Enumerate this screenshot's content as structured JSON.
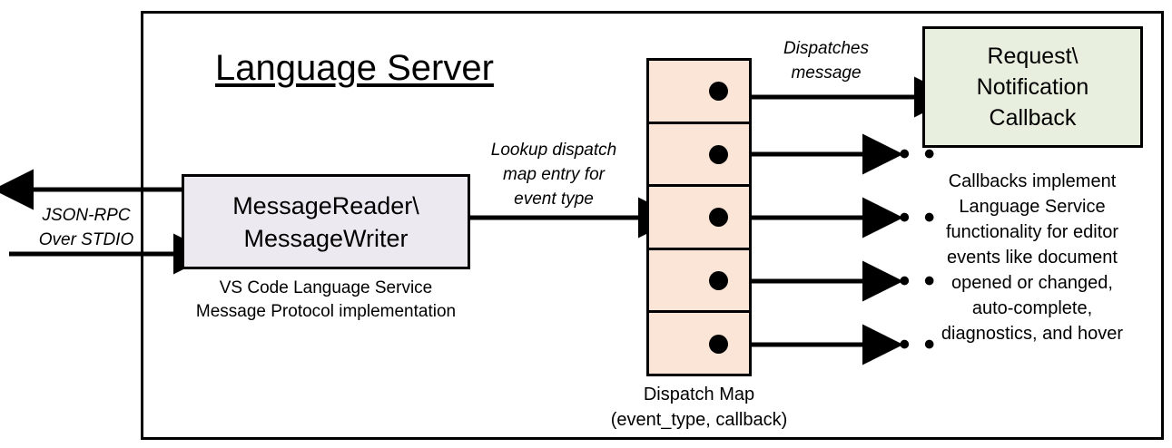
{
  "diagram": {
    "title": "Language Server",
    "boundary_name": "language-server-boundary"
  },
  "reader_writer": {
    "label": "MessageReader\\\nMessageWriter",
    "caption": "VS Code Language Service\nMessage Protocol implementation",
    "fill": "#ECE9F1",
    "stroke": "#000000"
  },
  "edges": {
    "jsonrpc": "JSON-RPC\nOver STDIO",
    "lookup": "Lookup dispatch\nmap entry for\nevent type",
    "dispatches": "Dispatches\nmessage"
  },
  "dispatch_map": {
    "caption": "Dispatch Map\n(event_type, callback)",
    "fill": "#FBE5D6",
    "stroke": "#000000",
    "rows": [
      {
        "index": 1,
        "has_ellipsis": false,
        "target": "callback-box"
      },
      {
        "index": 2,
        "has_ellipsis": true,
        "ellipsis": "• • •"
      },
      {
        "index": 3,
        "has_ellipsis": true,
        "ellipsis": "• • •"
      },
      {
        "index": 4,
        "has_ellipsis": true,
        "ellipsis": "• • •"
      },
      {
        "index": 5,
        "has_ellipsis": true,
        "ellipsis": "• • •"
      }
    ]
  },
  "callback": {
    "label": "Request\\\nNotification\nCallback",
    "caption": "Callbacks implement\nLanguage Service\nfunctionality for editor\nevents like document\nopened or changed,\nauto-complete,\ndiagnostics, and hover",
    "fill": "#E8EFDE",
    "stroke": "#000000"
  }
}
